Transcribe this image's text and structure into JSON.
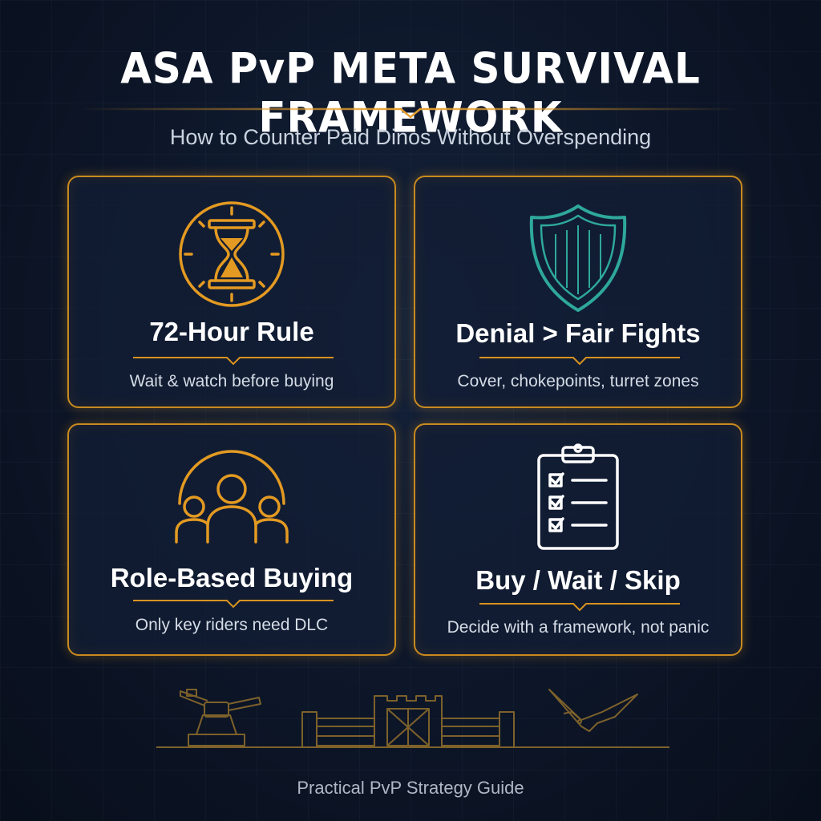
{
  "header": {
    "title": "ASA PvP META SURVIVAL FRAMEWORK",
    "subtitle": "How to Counter Paid Dinos Without Overspending"
  },
  "cards": [
    {
      "title": "72-Hour Rule",
      "description": "Wait & watch before buying",
      "icon": "hourglass-clock-icon"
    },
    {
      "title": "Denial > Fair Fights",
      "description": "Cover, chokepoints, turret zones",
      "icon": "shield-icon"
    },
    {
      "title": "Role-Based Buying",
      "description": "Only key riders need DLC",
      "icon": "team-group-icon"
    },
    {
      "title": "Buy / Wait / Skip",
      "description": "Decide with a framework, not panic",
      "icon": "clipboard-checklist-icon"
    }
  ],
  "scene": {
    "icons": [
      "turret-icon",
      "fortress-gate-icon",
      "pterodactyl-icon"
    ]
  },
  "footer": {
    "text": "Practical PvP Strategy Guide"
  },
  "colors": {
    "accent": "#d9931f",
    "shield": "#2ea89a",
    "background": "#0d1628",
    "text": "#ffffff"
  }
}
